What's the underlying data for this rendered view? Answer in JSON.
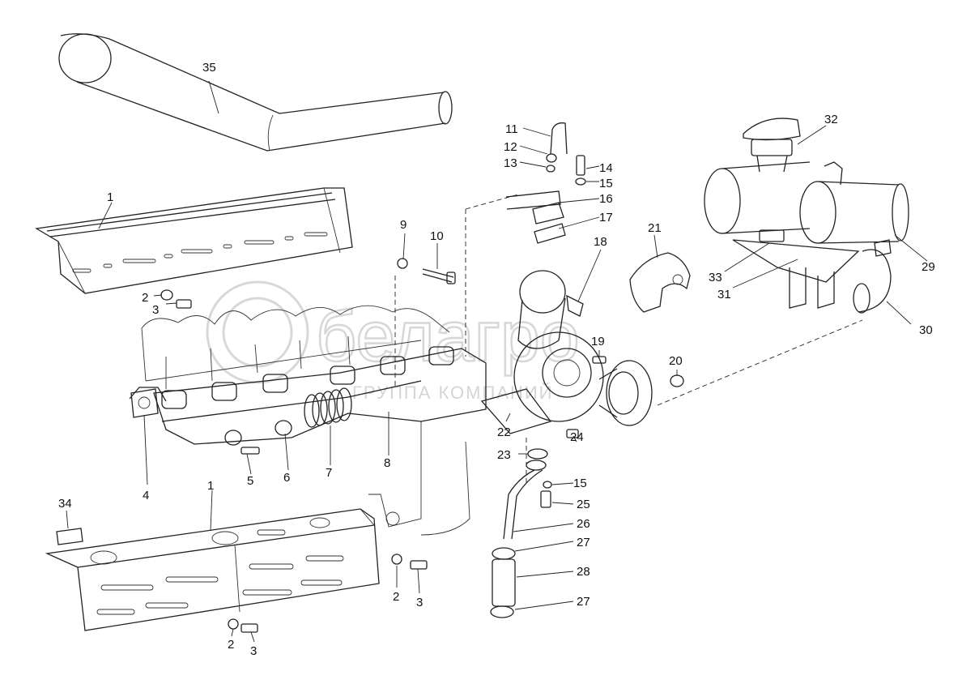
{
  "watermark": {
    "brand": "белагро",
    "subtitle": "ГРУППА КОМПАНИЙ"
  },
  "callouts": {
    "c1a": "1",
    "c1b": "1",
    "c2a": "2",
    "c2b": "2",
    "c2c": "2",
    "c3a": "3",
    "c3b": "3",
    "c3c": "3",
    "c4": "4",
    "c5": "5",
    "c6": "6",
    "c7": "7",
    "c8": "8",
    "c9": "9",
    "c10": "10",
    "c11": "11",
    "c12": "12",
    "c13": "13",
    "c14": "14",
    "c15a": "15",
    "c15b": "15",
    "c16": "16",
    "c17": "17",
    "c18": "18",
    "c19": "19",
    "c20": "20",
    "c21": "21",
    "c22": "22",
    "c23": "23",
    "c24": "24",
    "c25": "25",
    "c26": "26",
    "c27a": "27",
    "c27b": "27",
    "c28": "28",
    "c29": "29",
    "c30": "30",
    "c31": "31",
    "c32": "32",
    "c33": "33",
    "c34": "34",
    "c35": "35"
  }
}
